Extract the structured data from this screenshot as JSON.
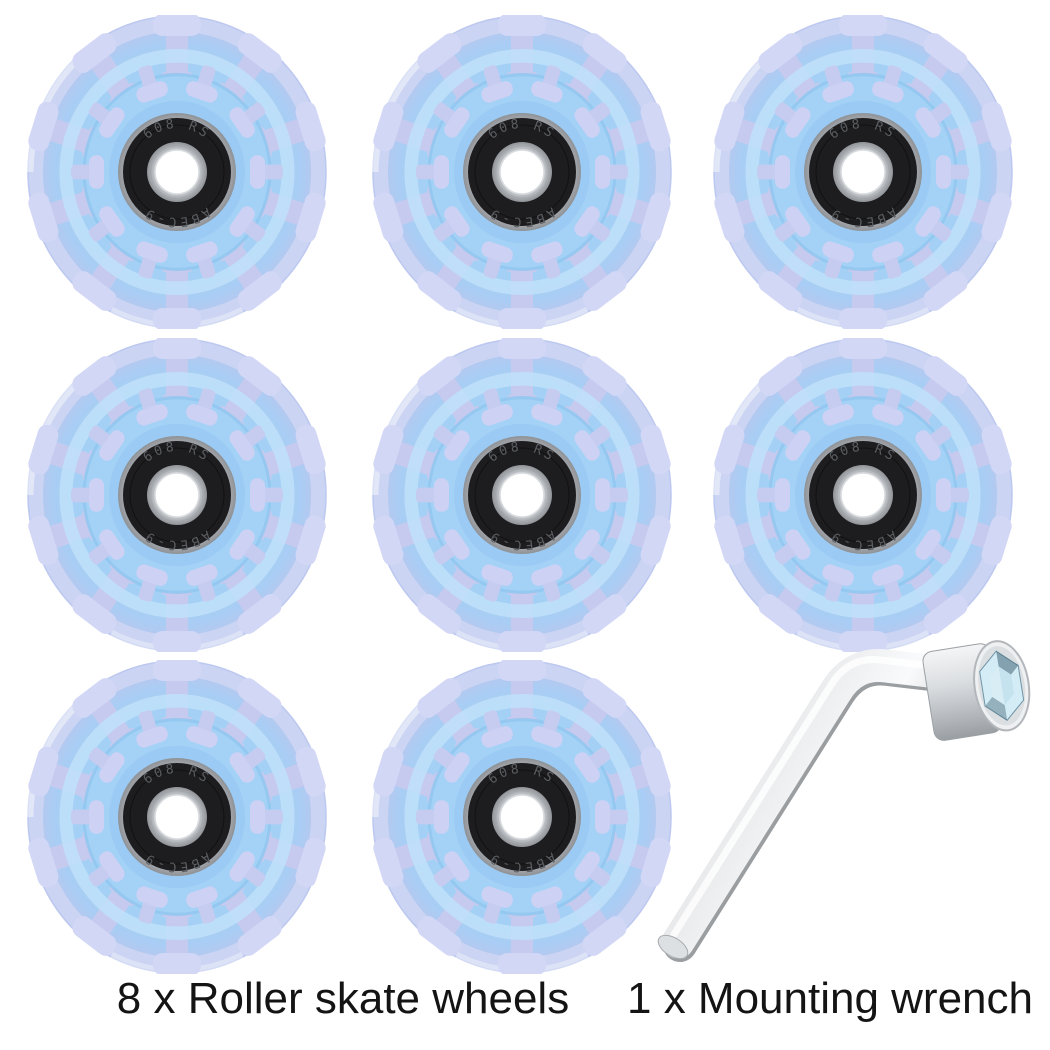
{
  "background": "#ffffff",
  "captions": {
    "wheels": "8 x Roller skate wheels",
    "wrench": "1 x Mounting wrench"
  },
  "items": {
    "wheel_count": 8,
    "wrench_count": 1
  },
  "bearing": {
    "marking_top": "608 RS",
    "marking_side": "ABEC-9"
  },
  "colors": {
    "wheel_urethane_blue": "#a9d4f7",
    "wheel_spoke_lavender": "#c9cdf1",
    "wheel_rim": "#ccd5f3",
    "bearing_seal_black": "#1d1d1f",
    "bearing_metal_silver": "#cdd0d4",
    "bearing_bore_white": "#ffffff",
    "wrench_chrome": "#d9dcdf",
    "wrench_hex_blue": "#9cc2d4",
    "caption_text": "#141414"
  }
}
